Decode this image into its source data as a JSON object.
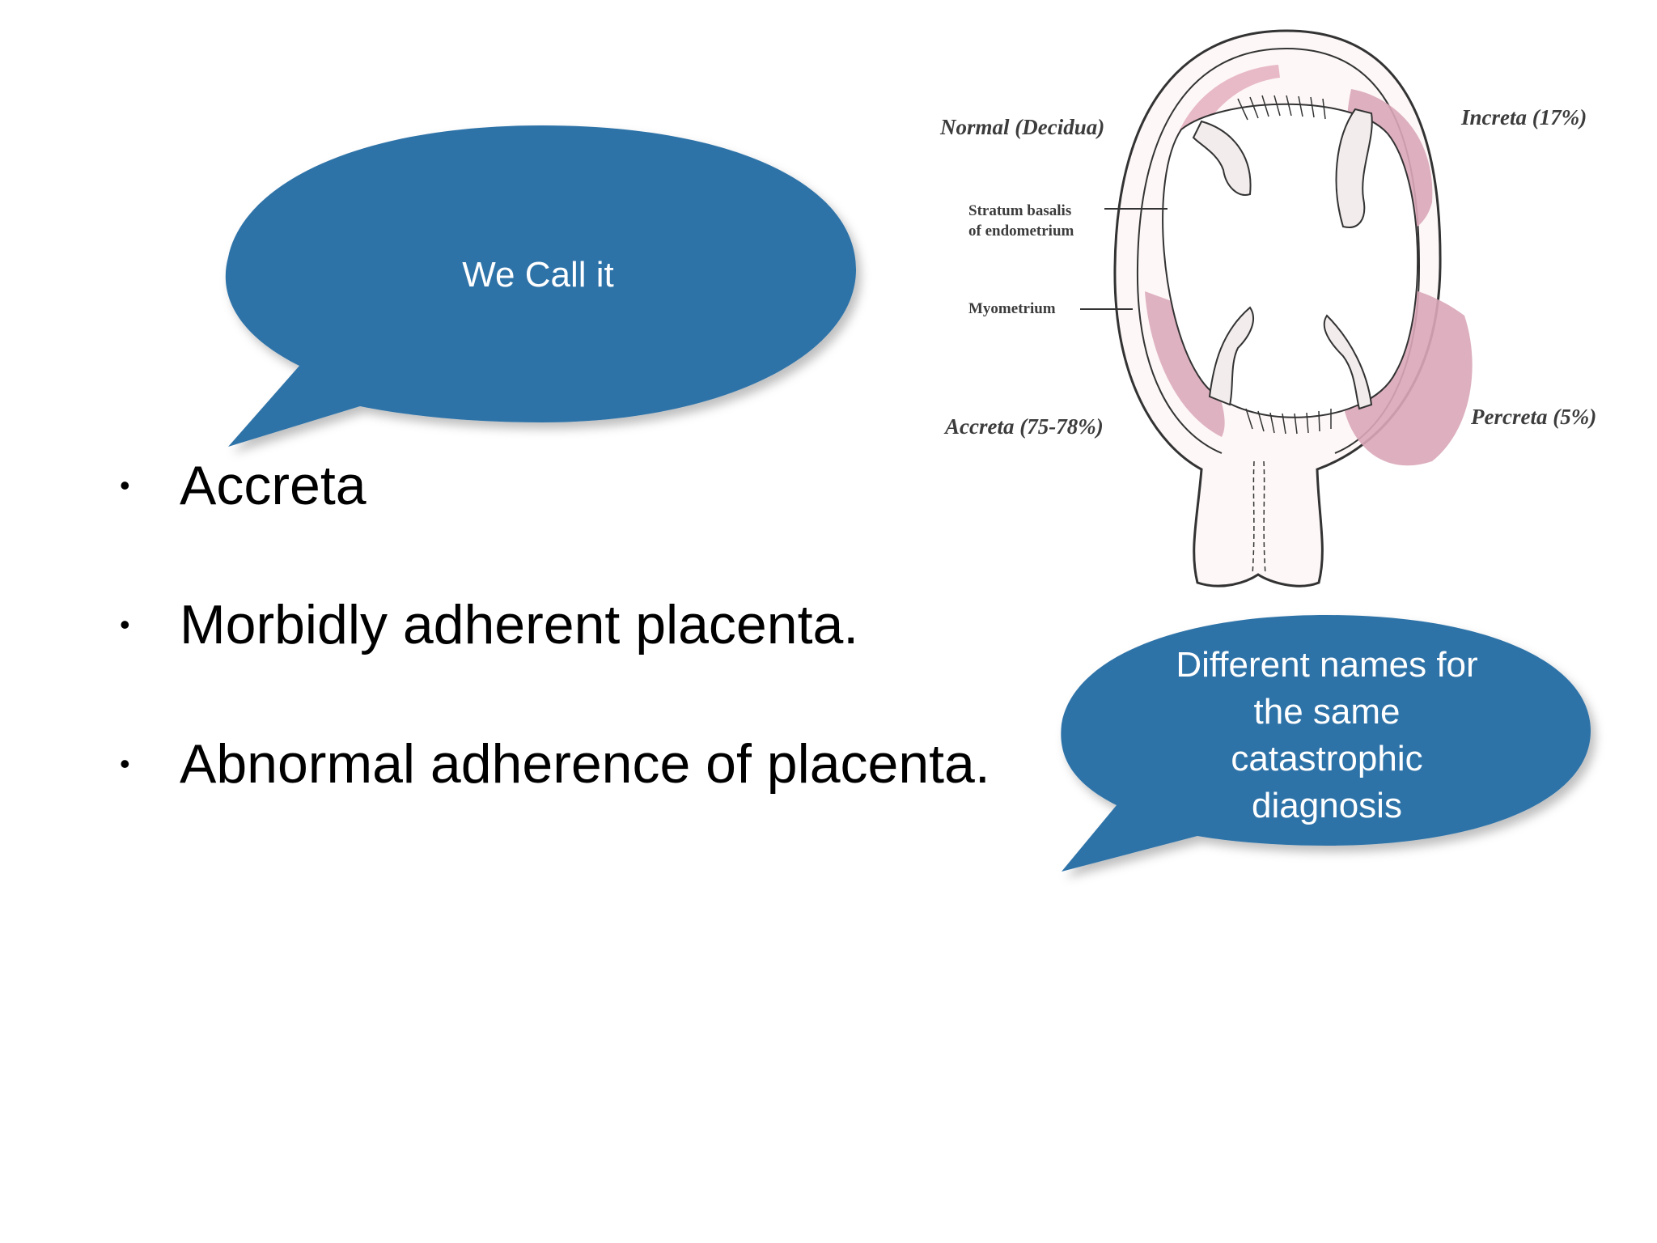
{
  "slide": {
    "bubble_top": {
      "text": "We Call it",
      "fill_color": "#2e73a8"
    },
    "bubble_bottom": {
      "text": "Different names for the same catastrophic diagnosis",
      "lines": [
        "Different names for",
        "the same",
        "catastrophic",
        "diagnosis"
      ],
      "fill_color": "#2e73a8"
    },
    "bullets": [
      "Accreta",
      "Morbidly adherent placenta.",
      "Abnormal adherence of placenta."
    ],
    "bullet_symbol": "•",
    "diagram": {
      "labels": {
        "normal": "Normal (Decidua)",
        "increta": "Increta (17%)",
        "stratum_line1": "Stratum basalis",
        "stratum_line2": "of endometrium",
        "myometrium": "Myometrium",
        "accreta": "Accreta (75-78%)",
        "percreta": "Percreta (5%)"
      },
      "colors": {
        "outline": "#333333",
        "placenta_pink": "#d9a6b8"
      }
    }
  }
}
